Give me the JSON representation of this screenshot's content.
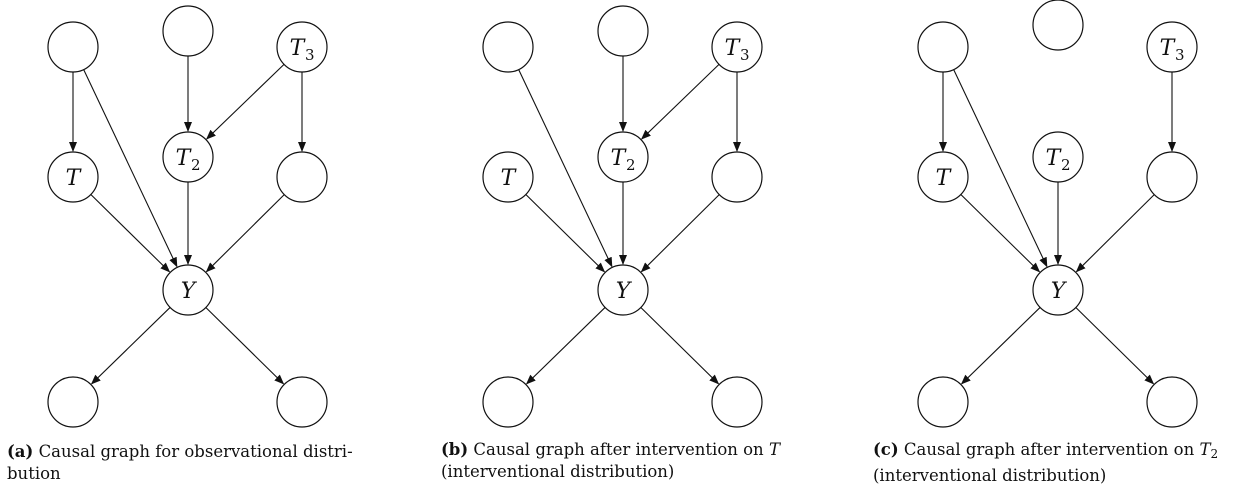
{
  "panels": [
    {
      "id": "a",
      "nodes": [
        {
          "id": "top-left",
          "label": "",
          "sub": ""
        },
        {
          "id": "top-middle",
          "label": "",
          "sub": ""
        },
        {
          "id": "top-right",
          "label": "T",
          "sub": "3"
        },
        {
          "id": "mid-left",
          "label": "T",
          "sub": ""
        },
        {
          "id": "mid-middle",
          "label": "T",
          "sub": "2"
        },
        {
          "id": "mid-right",
          "label": "",
          "sub": ""
        },
        {
          "id": "center",
          "label": "Y",
          "sub": ""
        },
        {
          "id": "bottom-left",
          "label": "",
          "sub": ""
        },
        {
          "id": "bottom-right",
          "label": "",
          "sub": ""
        }
      ],
      "edges": [
        [
          "top-left",
          "mid-left"
        ],
        [
          "top-left",
          "center"
        ],
        [
          "top-middle",
          "mid-middle"
        ],
        [
          "top-right",
          "mid-middle"
        ],
        [
          "top-right",
          "mid-right"
        ],
        [
          "mid-left",
          "center"
        ],
        [
          "mid-middle",
          "center"
        ],
        [
          "mid-right",
          "center"
        ],
        [
          "center",
          "bottom-left"
        ],
        [
          "center",
          "bottom-right"
        ]
      ],
      "caption": {
        "tag": "(a)",
        "line1": "Causal graph for observational distri-",
        "line2": "bution",
        "var": "",
        "var_sub": ""
      }
    },
    {
      "id": "b",
      "nodes": [
        {
          "id": "top-left",
          "label": "",
          "sub": ""
        },
        {
          "id": "top-middle",
          "label": "",
          "sub": ""
        },
        {
          "id": "top-right",
          "label": "T",
          "sub": "3"
        },
        {
          "id": "mid-left",
          "label": "T",
          "sub": ""
        },
        {
          "id": "mid-middle",
          "label": "T",
          "sub": "2"
        },
        {
          "id": "mid-right",
          "label": "",
          "sub": ""
        },
        {
          "id": "center",
          "label": "Y",
          "sub": ""
        },
        {
          "id": "bottom-left",
          "label": "",
          "sub": ""
        },
        {
          "id": "bottom-right",
          "label": "",
          "sub": ""
        }
      ],
      "edges": [
        [
          "top-left",
          "center"
        ],
        [
          "top-middle",
          "mid-middle"
        ],
        [
          "top-right",
          "mid-middle"
        ],
        [
          "top-right",
          "mid-right"
        ],
        [
          "mid-left",
          "center"
        ],
        [
          "mid-middle",
          "center"
        ],
        [
          "mid-right",
          "center"
        ],
        [
          "center",
          "bottom-left"
        ],
        [
          "center",
          "bottom-right"
        ]
      ],
      "caption": {
        "tag": "(b)",
        "line1": "Causal graph after intervention on ",
        "line2": "(interventional distribution)",
        "var": "T",
        "var_sub": ""
      }
    },
    {
      "id": "c",
      "nodes": [
        {
          "id": "top-left",
          "label": "",
          "sub": ""
        },
        {
          "id": "top-middle",
          "label": "",
          "sub": ""
        },
        {
          "id": "top-right",
          "label": "T",
          "sub": "3"
        },
        {
          "id": "mid-left",
          "label": "T",
          "sub": ""
        },
        {
          "id": "mid-middle",
          "label": "T",
          "sub": "2"
        },
        {
          "id": "mid-right",
          "label": "",
          "sub": ""
        },
        {
          "id": "center",
          "label": "Y",
          "sub": ""
        },
        {
          "id": "bottom-left",
          "label": "",
          "sub": ""
        },
        {
          "id": "bottom-right",
          "label": "",
          "sub": ""
        }
      ],
      "edges": [
        [
          "top-left",
          "mid-left"
        ],
        [
          "top-left",
          "center"
        ],
        [
          "top-right",
          "mid-right"
        ],
        [
          "mid-left",
          "center"
        ],
        [
          "mid-middle",
          "center"
        ],
        [
          "mid-right",
          "center"
        ],
        [
          "center",
          "bottom-left"
        ],
        [
          "center",
          "bottom-right"
        ]
      ],
      "caption": {
        "tag": "(c)",
        "line1": "Causal graph after intervention on ",
        "line2": "(interventional distribution)",
        "var": "T",
        "var_sub": "2"
      }
    }
  ]
}
